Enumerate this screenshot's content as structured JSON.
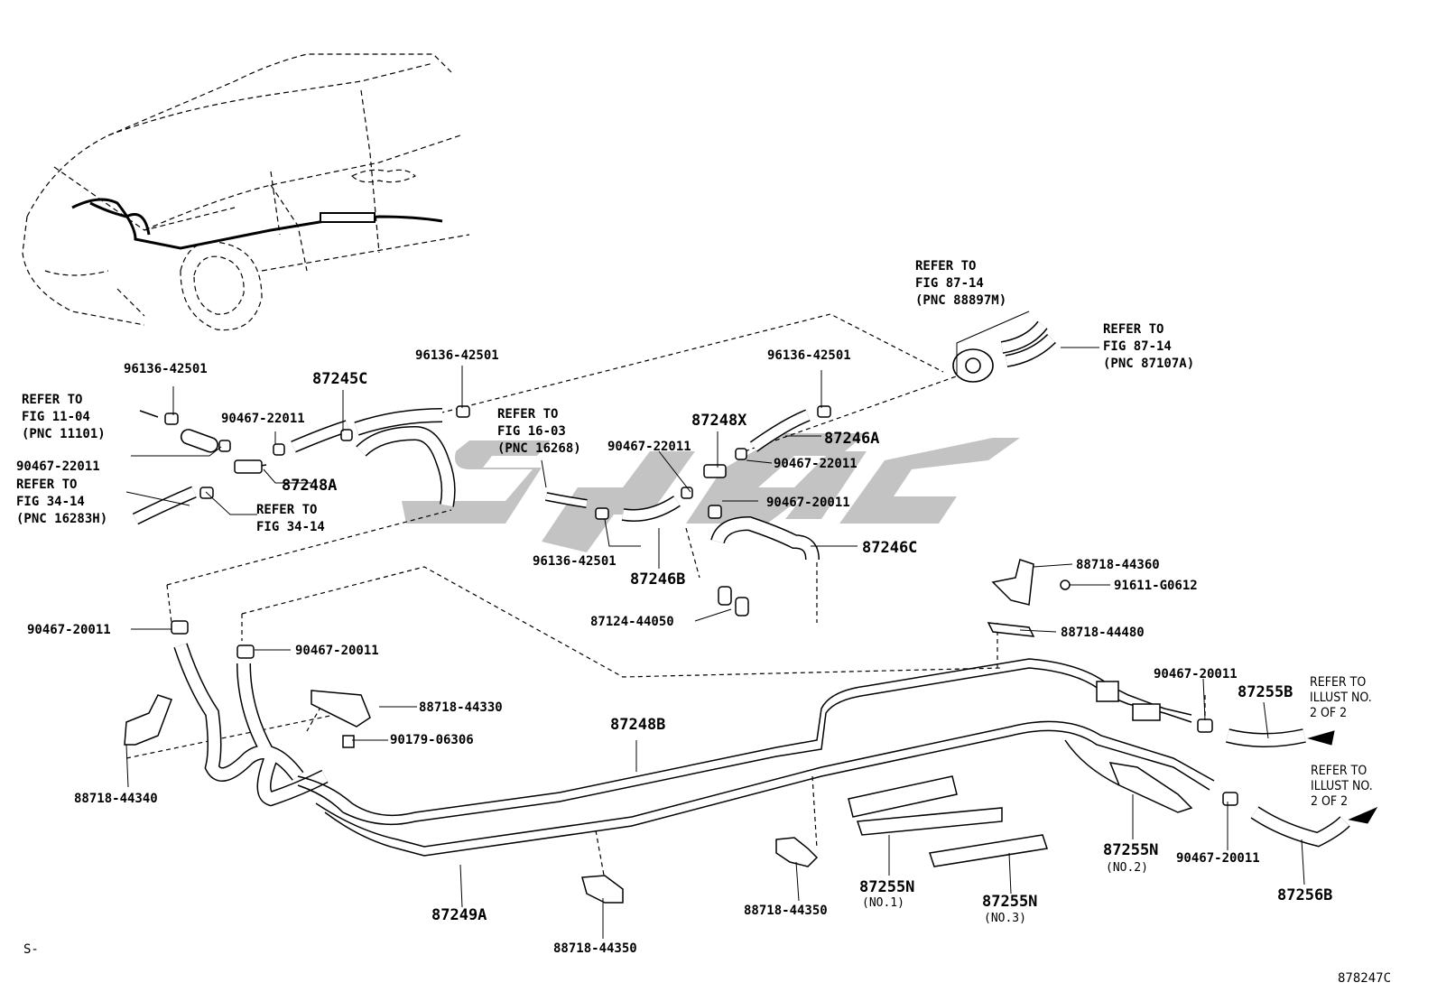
{
  "diagram": {
    "colors": {
      "line": "#000000",
      "background": "#ffffff",
      "watermark": "#bdbdbd"
    },
    "refs": {
      "fig_87_14_m": "REFER TO\nFIG 87-14\n(PNC 88897M)",
      "fig_87_14_a": "REFER TO\nFIG 87-14\n(PNC 87107A)",
      "fig_11_04": "REFER TO\nFIG 11-04\n(PNC 11101)",
      "fig_34_14_h": "REFER TO\nFIG 34-14\n(PNC 16283H)",
      "fig_34_14": "REFER TO\nFIG 34-14",
      "fig_16_03": "REFER TO\nFIG 16-03\n(PNC 16268)",
      "illust_1": "REFER TO\nILLUST NO.\n2 OF 2",
      "illust_2": "REFER TO\nILLUST NO.\n2 OF 2"
    },
    "parts": {
      "p96136_a": "96136-42501",
      "p96136_b": "96136-42501",
      "p96136_c": "96136-42501",
      "p96136_d": "96136-42501",
      "p87245c": "87245C",
      "p90467_22011_a": "90467-22011",
      "p90467_22011_b": "90467-22011",
      "p90467_22011_c": "90467-22011",
      "p90467_22011_d": "90467-22011",
      "p87248a": "87248A",
      "p87248x": "87248X",
      "p87246a": "87246A",
      "p90467_20011_a": "90467-20011",
      "p87246b": "87246B",
      "p87246c": "87246C",
      "p87124": "87124-44050",
      "p88718_44360": "88718-44360",
      "p91611": "91611-G0612",
      "p88718_44480": "88718-44480",
      "p90467_20011_b": "90467-20011",
      "p90467_20011_c": "90467-20011",
      "p88718_44330": "88718-44330",
      "p90179": "90179-06306",
      "p87248b": "87248B",
      "p88718_44340": "88718-44340",
      "p90467_20011_d": "90467-20011",
      "p87255b": "87255B",
      "p90467_20011_e": "90467-20011",
      "p87255n_2": "87255N",
      "p87255n_2_sub": "(NO.2)",
      "p87256b": "87256B",
      "p87255n_1": "87255N",
      "p87255n_1_sub": "(NO.1)",
      "p87255n_3": "87255N",
      "p87255n_3_sub": "(NO.3)",
      "p88718_44350_a": "88718-44350",
      "p88718_44350_b": "88718-44350",
      "p87249a": "87249A"
    },
    "footer": {
      "left": "S-",
      "figure_id": "878247C"
    }
  }
}
